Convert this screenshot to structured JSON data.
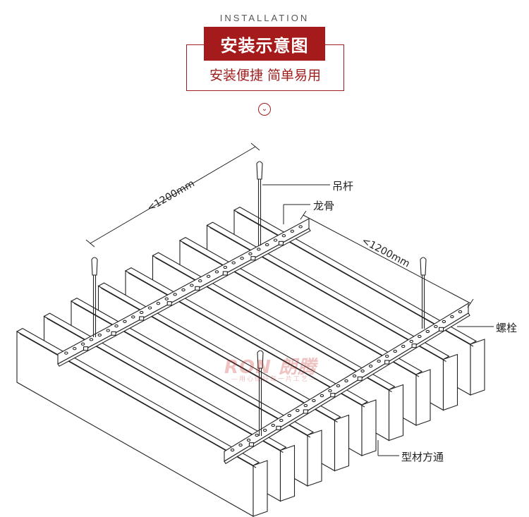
{
  "header": {
    "kicker": "INSTALLATION",
    "title": "安装示意图",
    "subtitle": "安装便捷 简单易用",
    "scroll_icon": "chevron-down-icon"
  },
  "diagram": {
    "dimension_left": "<1200mm",
    "dimension_right": "<1200mm",
    "labels": {
      "hanger_rod": "吊杆",
      "keel": "龙骨",
      "bolt": "螺栓",
      "profile_tube": "型材方通"
    },
    "stroke_color": "#222222"
  },
  "watermark": {
    "brand_latin": "RON",
    "brand_cn": "朗腾",
    "tagline": "—用心做好每一片工艺—"
  },
  "colors": {
    "accent": "#a51a1a",
    "line": "#222222"
  }
}
